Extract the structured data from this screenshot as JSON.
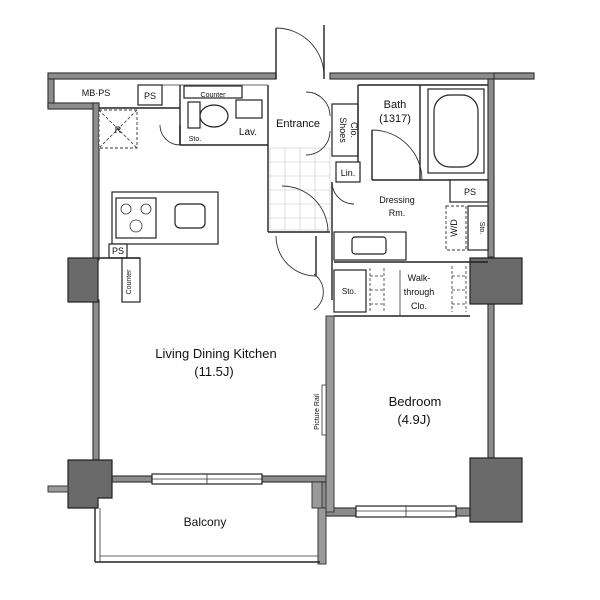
{
  "plan": {
    "rooms": {
      "mb_ps": "MB·PS",
      "ps_top": "PS",
      "counter_top": "Counter",
      "sto_toilet": "Sto.",
      "lav": "Lav.",
      "entrance": "Entrance",
      "shoes_line1": "Shoes",
      "shoes_line2": "Clo.",
      "bath": "Bath",
      "bath_size": "(1317)",
      "refrigerator": "R",
      "lin": "Lin.",
      "ps_right": "PS",
      "dressing_line1": "Dressing",
      "dressing_line2": "Rm.",
      "wd": "W/D",
      "sto_right": "Sto.",
      "ps_kitchen": "PS",
      "counter_side": "Counter",
      "sto_mid": "Sto.",
      "walk_line1": "Walk-",
      "walk_line2": "through",
      "walk_line3": "Clo.",
      "ldk": "Living Dining Kitchen",
      "ldk_size": "(11.5J)",
      "picture_rail": "Picture Rail",
      "bedroom": "Bedroom",
      "bedroom_size": "(4.9J)",
      "balcony": "Balcony"
    }
  }
}
